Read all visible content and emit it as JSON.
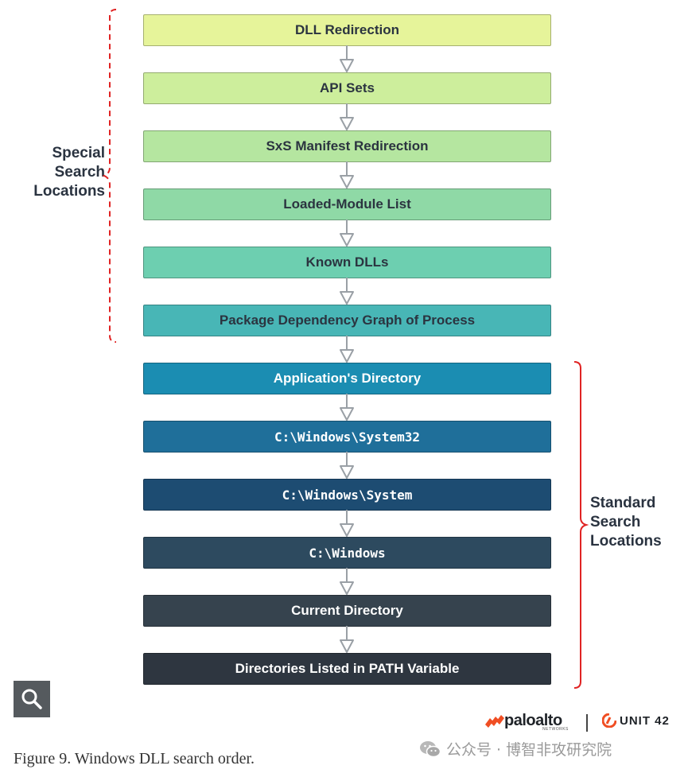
{
  "diagram": {
    "boxes": [
      {
        "label": "DLL Redirection",
        "bg": "#e6f49a",
        "color": "#2b3440",
        "mono": false
      },
      {
        "label": "API Sets",
        "bg": "#cdee9c",
        "color": "#2b3440",
        "mono": false
      },
      {
        "label": "SxS Manifest Redirection",
        "bg": "#b5e6a0",
        "color": "#2b3440",
        "mono": false
      },
      {
        "label": "Loaded-Module List",
        "bg": "#8fd9a6",
        "color": "#2b3440",
        "mono": false
      },
      {
        "label": "Known DLLs",
        "bg": "#6dcfb0",
        "color": "#2b3440",
        "mono": false
      },
      {
        "label": "Package Dependency Graph of Process",
        "bg": "#48b6b6",
        "color": "#2b3440",
        "mono": false
      },
      {
        "label": "Application's Directory",
        "bg": "#1b8db2",
        "color": "#ffffff",
        "mono": false
      },
      {
        "label": "C:\\Windows\\System32",
        "bg": "#1f6f9a",
        "color": "#ffffff",
        "mono": true
      },
      {
        "label": "C:\\Windows\\System",
        "bg": "#1d4c72",
        "color": "#ffffff",
        "mono": true
      },
      {
        "label": "C:\\Windows",
        "bg": "#2d4a5f",
        "color": "#ffffff",
        "mono": true
      },
      {
        "label": "Current Directory",
        "bg": "#36434e",
        "color": "#ffffff",
        "mono": false
      },
      {
        "label": "Directories Listed in PATH Variable",
        "bg": "#2e3640",
        "color": "#ffffff",
        "mono": false
      }
    ],
    "special_label": "Special\nSearch\nLocations",
    "standard_label": "Standard\nSearch\nLocations",
    "brace_color": "#e02323",
    "arrow_color": "#9aa0a6"
  },
  "caption": "Figure 9. Windows DLL search order.",
  "logos": {
    "paloalto": "paloalto",
    "paloalto_sub": "NETWORKS",
    "unit42": "UNIT 42"
  },
  "watermark": "公众号 · 博智非攻研究院",
  "icons": {
    "search": "search-icon",
    "wechat": "wechat-icon"
  }
}
